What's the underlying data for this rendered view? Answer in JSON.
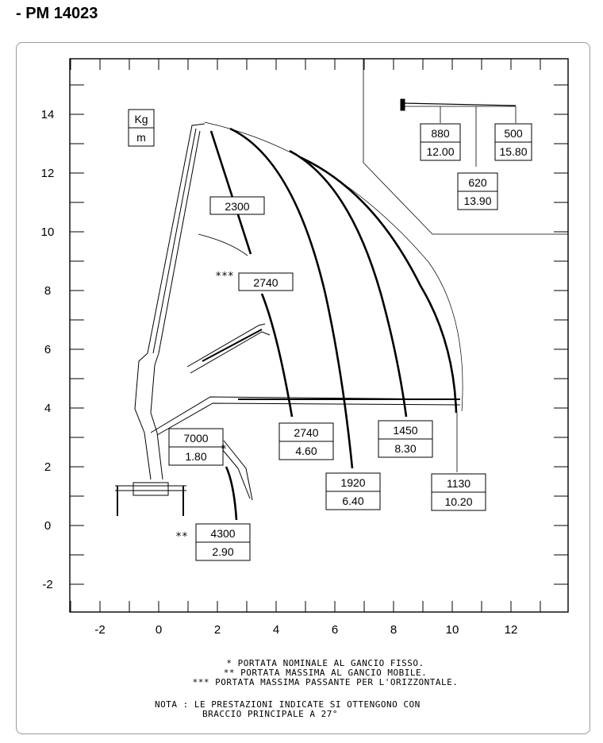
{
  "title": "- PM 14023",
  "unit_box": {
    "top": "Kg",
    "bottom": "m"
  },
  "axes": {
    "x_ticks": [
      "-2",
      "0",
      "2",
      "4",
      "6",
      "8",
      "10",
      "12"
    ],
    "y_ticks": [
      "14",
      "12",
      "10",
      "8",
      "6",
      "4",
      "2",
      "0",
      "-2"
    ]
  },
  "load_labels": [
    {
      "kg": "2300"
    },
    {
      "kg": "2740",
      "mark": "***"
    },
    {
      "kg": "7000",
      "m": "1.80",
      "mark": "*"
    },
    {
      "kg": "2740",
      "m": "4.60"
    },
    {
      "kg": "1450",
      "m": "8.30"
    },
    {
      "kg": "1920",
      "m": "6.40"
    },
    {
      "kg": "1130",
      "m": "10.20"
    },
    {
      "kg": "4300",
      "m": "2.90",
      "mark": "**"
    }
  ],
  "inset_labels": [
    {
      "kg": "880",
      "m": "12.00"
    },
    {
      "kg": "500",
      "m": "15.80"
    },
    {
      "kg": "620",
      "m": "13.90"
    }
  ],
  "notes": {
    "n1": "* PORTATA NOMINALE AL GANCIO FISSO.",
    "n2": "** PORTATA MASSIMA AL GANCIO MOBILE.",
    "n3": "*** PORTATA MASSIMA PASSANTE PER L'ORIZZONTALE.",
    "nota1": "NOTA : LE PRESTAZIONI INDICATE SI OTTENGONO CON",
    "nota2": "BRACCIO PRINCIPALE A 27°"
  }
}
